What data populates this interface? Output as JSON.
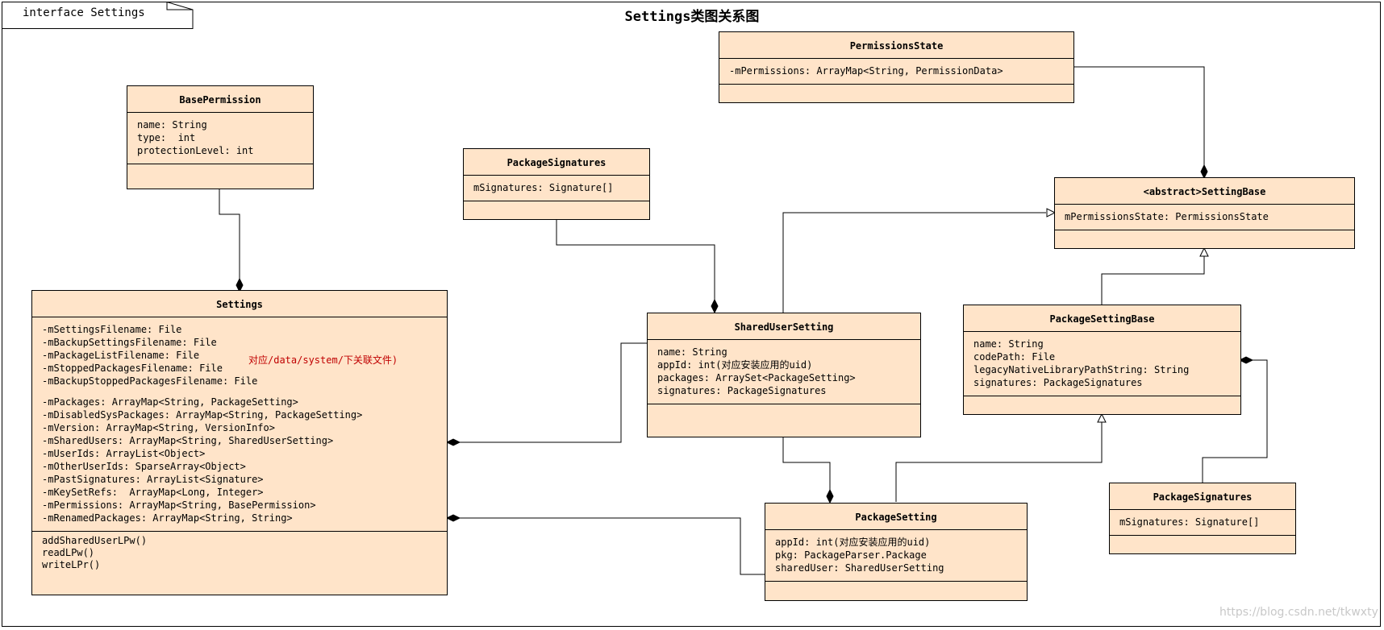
{
  "frame": {
    "label": "interface Settings"
  },
  "title": "Settings类图关系图",
  "classes": {
    "permissions_state": {
      "name": "PermissionsState",
      "attributes": [
        "-mPermissions: ArrayMap<String, PermissionData>"
      ],
      "operations": []
    },
    "base_permission": {
      "name": "BasePermission",
      "attributes": [
        "name: String",
        "type:  int",
        "protectionLevel: int"
      ],
      "operations": []
    },
    "package_signatures_top": {
      "name": "PackageSignatures",
      "attributes": [
        "mSignatures: Signature[]"
      ],
      "operations": []
    },
    "setting_base": {
      "name": "<abstract>SettingBase",
      "attributes": [
        "mPermissionsState: PermissionsState"
      ],
      "operations": []
    },
    "settings": {
      "name": "Settings",
      "attributes_group1": [
        "-mSettingsFilename: File",
        "-mBackupSettingsFilename: File",
        "-mPackageListFilename: File",
        "-mStoppedPackagesFilename: File",
        "-mBackupStoppedPackagesFilename: File"
      ],
      "attributes_group2": [
        "-mPackages: ArrayMap<String, PackageSetting>",
        "-mDisabledSysPackages: ArrayMap<String, PackageSetting>",
        "-mVersion: ArrayMap<String, VersionInfo>",
        "-mSharedUsers: ArrayMap<String, SharedUserSetting>",
        "-mUserIds: ArrayList<Object>",
        "-mOtherUserIds: SparseArray<Object>",
        "-mPastSignatures: ArrayList<Signature>",
        "-mKeySetRefs:  ArrayMap<Long, Integer>",
        "-mPermissions: ArrayMap<String, BasePermission>",
        "-mRenamedPackages: ArrayMap<String, String>"
      ],
      "operations": [
        "addSharedUserLPw()",
        "readLPw()",
        "writeLPr()"
      ],
      "note": "对应/data/system/下关联文件)"
    },
    "shared_user_setting": {
      "name": "SharedUserSetting",
      "attributes": [
        "name: String",
        "appId: int(对应安装应用的uid)",
        "packages: ArraySet<PackageSetting>",
        "signatures: PackageSignatures"
      ],
      "operations": []
    },
    "package_setting_base": {
      "name": "PackageSettingBase",
      "attributes": [
        "name: String",
        "codePath: File",
        "legacyNativeLibraryPathString: String",
        "signatures: PackageSignatures"
      ],
      "operations": []
    },
    "package_setting": {
      "name": "PackageSetting",
      "attributes": [
        "appId: int(对应安装应用的uid)",
        "pkg: PackageParser.Package",
        "sharedUser: SharedUserSetting"
      ],
      "operations": []
    },
    "package_signatures_bottom": {
      "name": "PackageSignatures",
      "attributes": [
        "mSignatures: Signature[]"
      ],
      "operations": []
    }
  },
  "watermark": "https://blog.csdn.net/tkwxty"
}
